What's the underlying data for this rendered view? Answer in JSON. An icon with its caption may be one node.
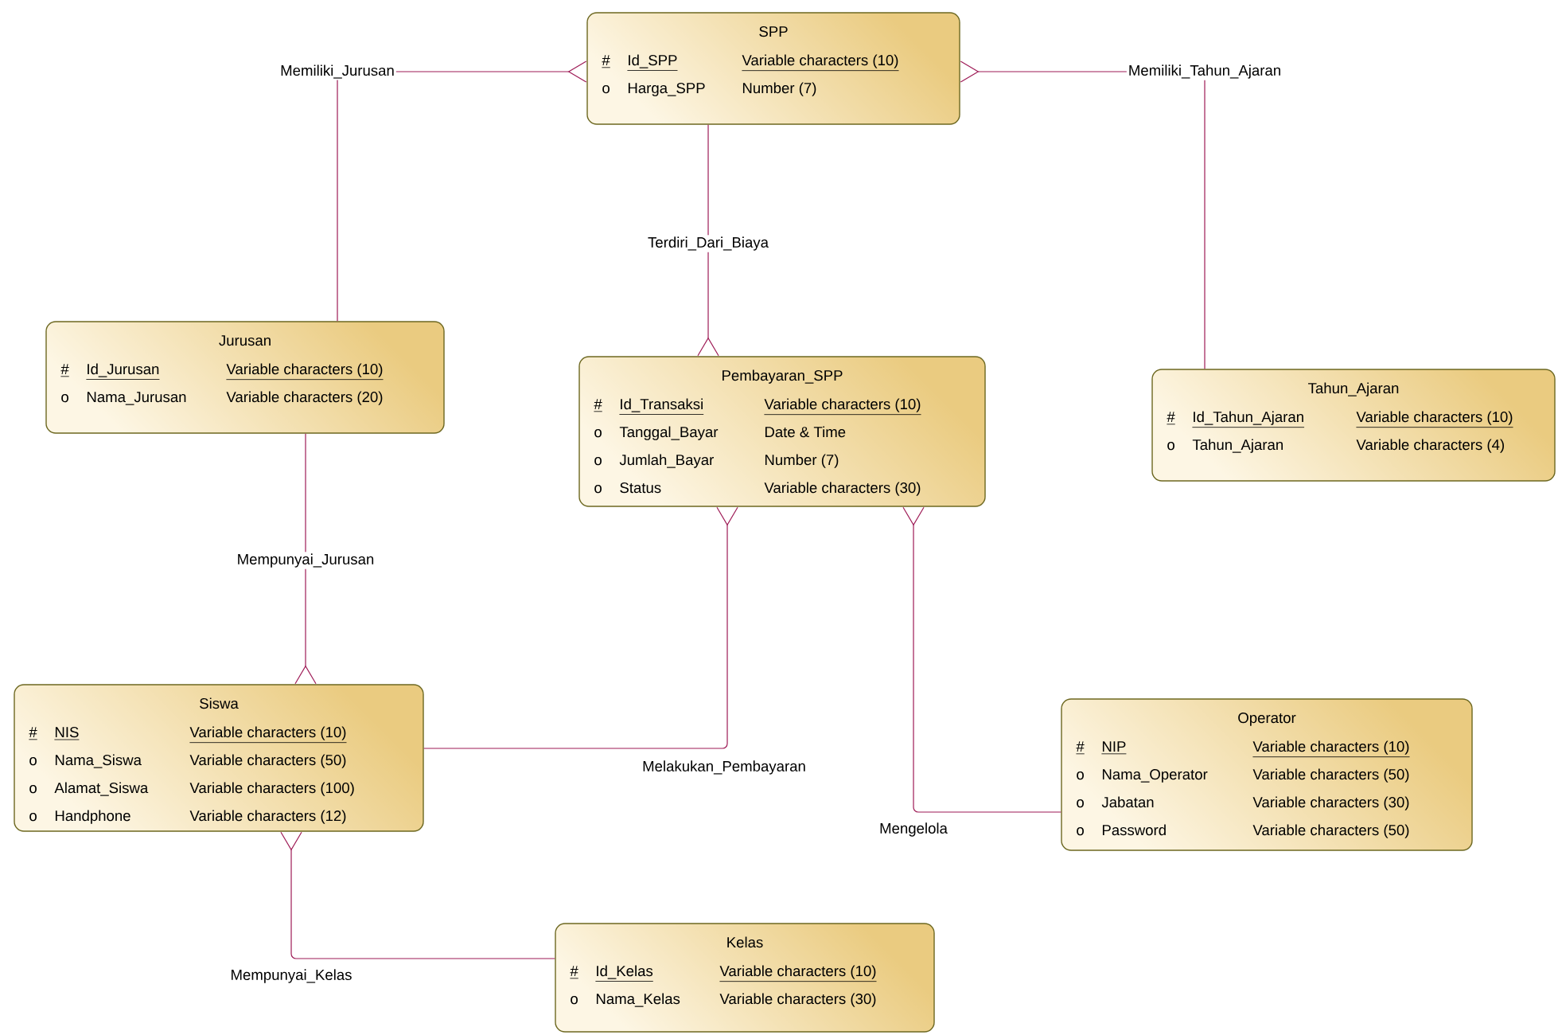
{
  "diagram": {
    "nodes": [
      {
        "text": [
          "SPP",
          "#",
          "Id_SPP",
          "Variable characters (10)",
          "o",
          "Harga_SPP",
          "Number (7)"
        ]
      },
      {
        "text": [
          "Jurusan",
          "#",
          "Id_Jurusan",
          "Variable characters (10)",
          "o",
          "Nama_Jurusan",
          "Variable characters (20)"
        ]
      },
      {
        "text": [
          "Pembayaran_SPP",
          "#",
          "Id_Transaksi",
          "Variable characters (10)",
          "o",
          "Tanggal_Bayar",
          "Date & Time",
          "o",
          "Jumlah_Bayar",
          "Number (7)",
          "o",
          "Status",
          "Variable characters (30)"
        ]
      },
      {
        "text": [
          "Tahun_Ajaran",
          "#",
          "Id_Tahun_Ajaran",
          "Variable characters (10)",
          "o",
          "Tahun_Ajaran",
          "Variable characters (4)"
        ]
      },
      {
        "text": [
          "Siswa",
          "#",
          "NIS",
          "Variable characters (10)",
          "o",
          "Nama_Siswa",
          "Variable characters (50)",
          "o",
          "Alamat_Siswa",
          "Variable characters (100)",
          "o",
          "Handphone",
          "Variable characters (12)"
        ]
      },
      {
        "text": [
          "Operator",
          "#",
          "NIP",
          "Variable characters (10)",
          "o",
          "Nama_Operator",
          "Variable characters (50)",
          "o",
          "Jabatan",
          "Variable characters (30)",
          "o",
          "Password",
          "Variable characters (50)"
        ]
      },
      {
        "text": [
          "Kelas",
          "#",
          "Id_Kelas",
          "Variable characters (10)",
          "o",
          "Nama_Kelas",
          "Variable characters (30)"
        ]
      }
    ],
    "edges": [
      {
        "from": 1,
        "to": 0,
        "arrow": "other",
        "label": "Memiliki_Jurusan"
      },
      {
        "from": 3,
        "to": 0,
        "arrow": "other",
        "label": "Memiliki_Tahun_Ajaran"
      },
      {
        "from": 0,
        "to": 2,
        "arrow": "other",
        "label": "Terdiri_Dari_Biaya"
      },
      {
        "from": 1,
        "to": 4,
        "arrow": "other",
        "label": "Mempunyai_Jurusan"
      },
      {
        "from": 4,
        "to": 2,
        "arrow": "other",
        "label": "Melakukan_Pembayaran"
      },
      {
        "from": 5,
        "to": 2,
        "arrow": "other",
        "label": "Mengelola"
      },
      {
        "from": 6,
        "to": 4,
        "arrow": "other",
        "label": "Mempunyai_Kelas"
      }
    ]
  }
}
